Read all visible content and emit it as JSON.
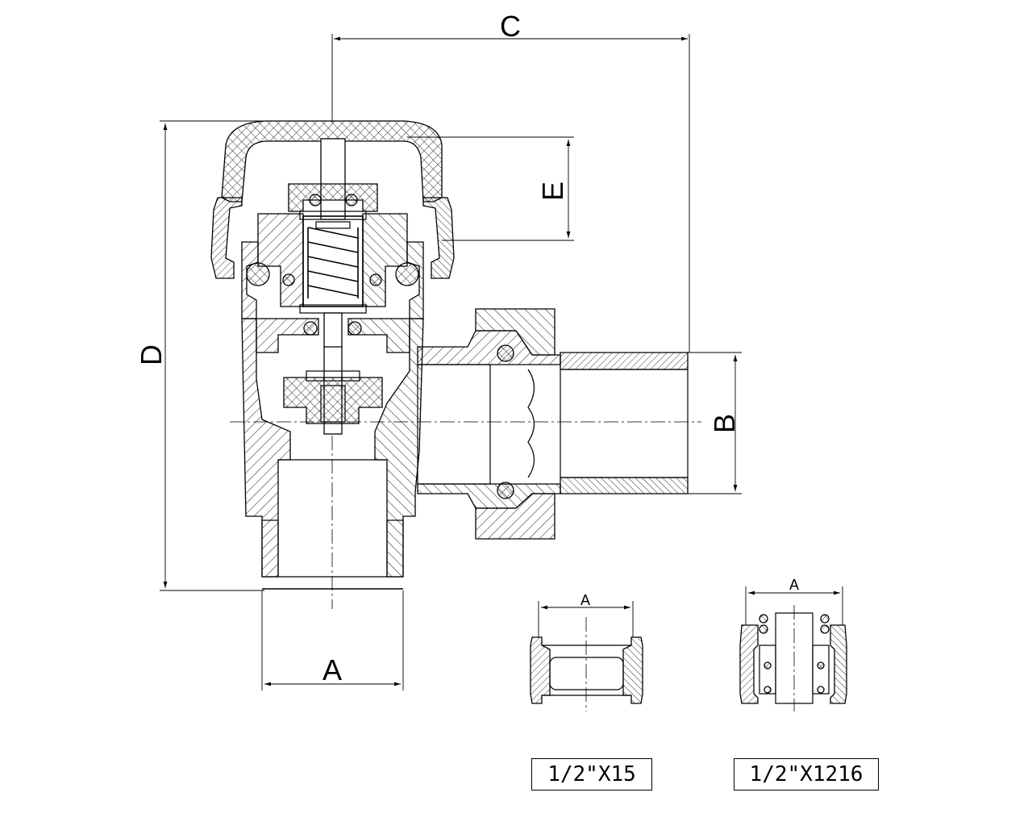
{
  "dimensions": {
    "a": "A",
    "b": "B",
    "c": "C",
    "d": "D",
    "e": "E"
  },
  "details": [
    {
      "dimension": "A",
      "caption": "1/2\"X15"
    },
    {
      "dimension": "A",
      "caption": "1/2\"X1216"
    }
  ],
  "colors": {
    "line": "#000000",
    "background": "#ffffff"
  }
}
